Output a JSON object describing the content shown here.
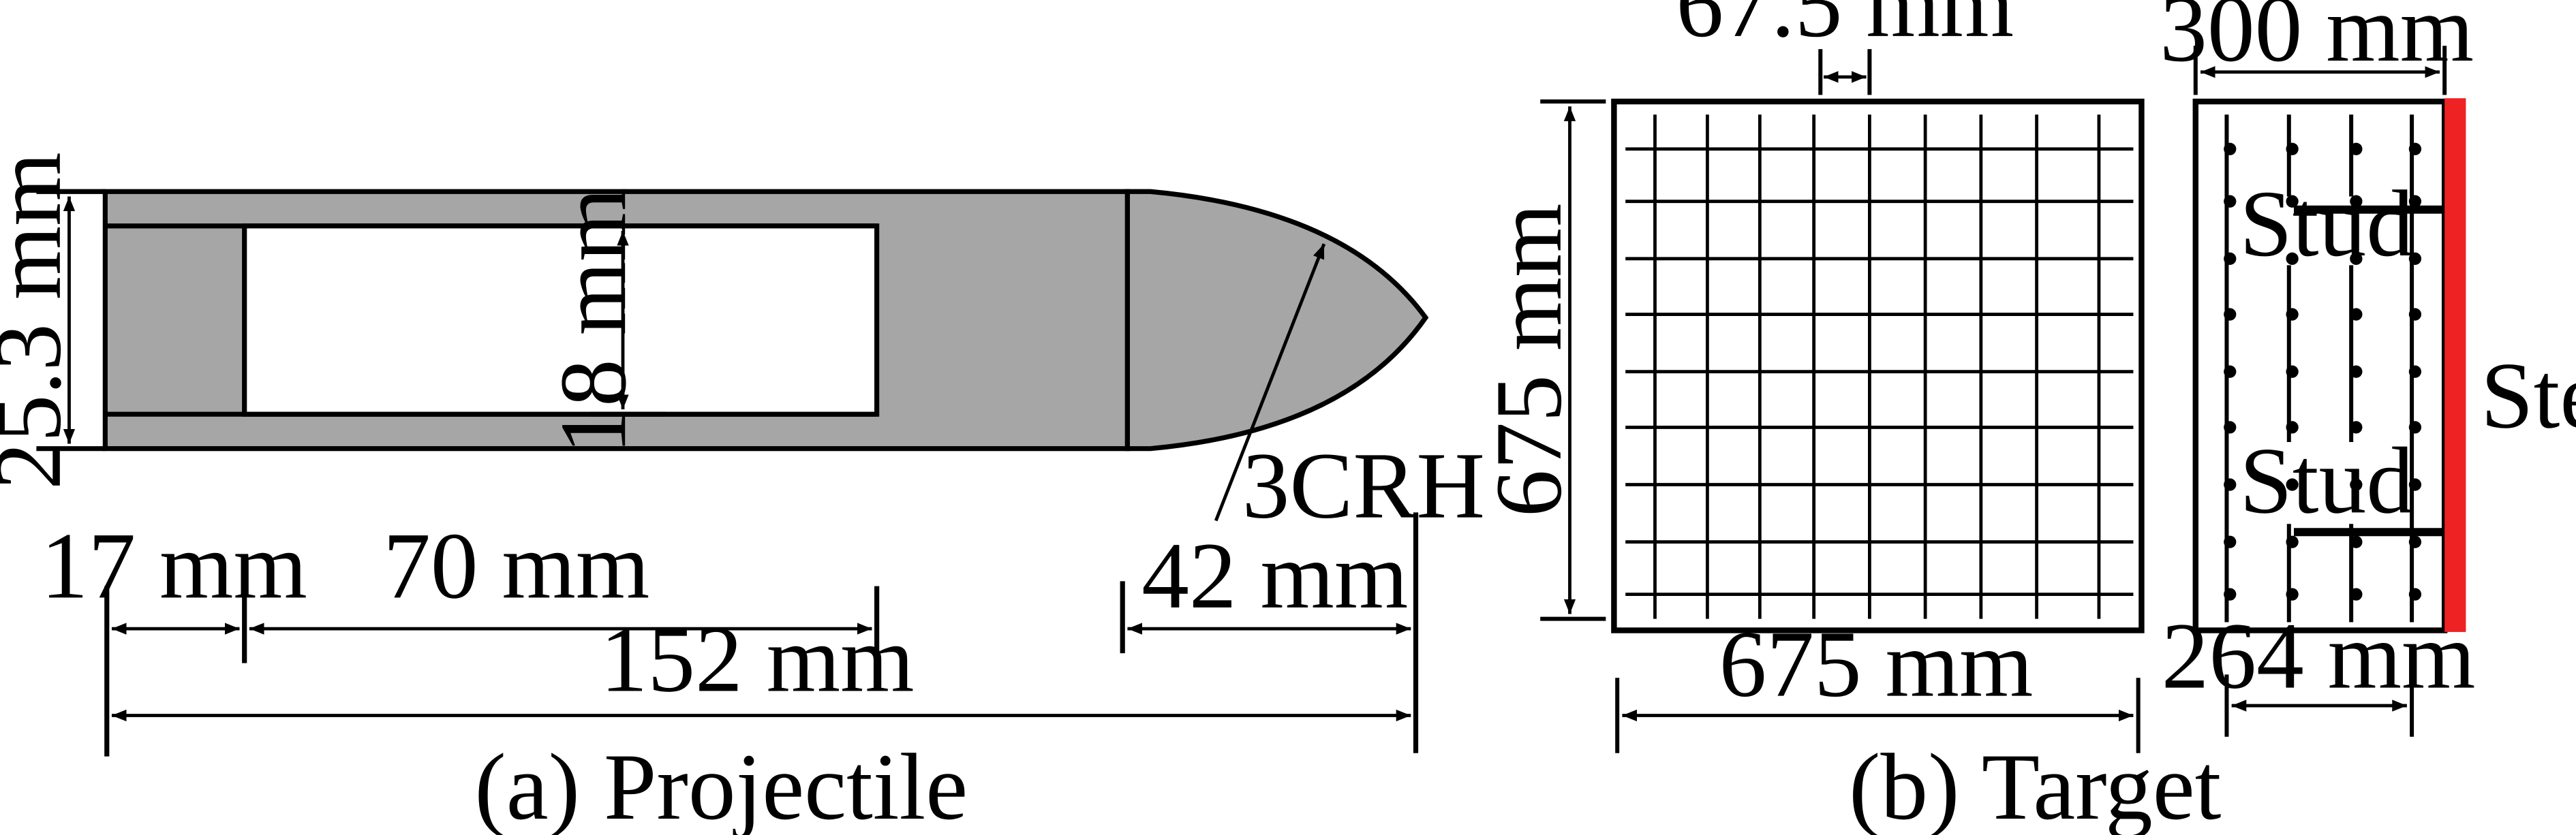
{
  "colors": {
    "projectile_fill": "#a6a6a6",
    "steel_plate": "#ee2222",
    "line": "#000000",
    "background": "#ffffff"
  },
  "projectile": {
    "caption": "(a) Projectile",
    "dim_diameter": "25.3 mm",
    "dim_cavity": "18 mm",
    "dim_base": "17 mm",
    "dim_cavity_length": "70 mm",
    "dim_nose": "42 mm",
    "dim_total": "152 mm",
    "nose_label": "3CRH"
  },
  "target": {
    "caption": "(b) Target",
    "dim_spacing": "67.5 mm",
    "dim_height": "675 mm",
    "dim_width": "675 mm",
    "dim_thickness": "300 mm",
    "dim_inner": "264 mm",
    "stud_label_top": "Stud",
    "stud_label_bottom": "Stud",
    "steel_label": "Steel"
  }
}
